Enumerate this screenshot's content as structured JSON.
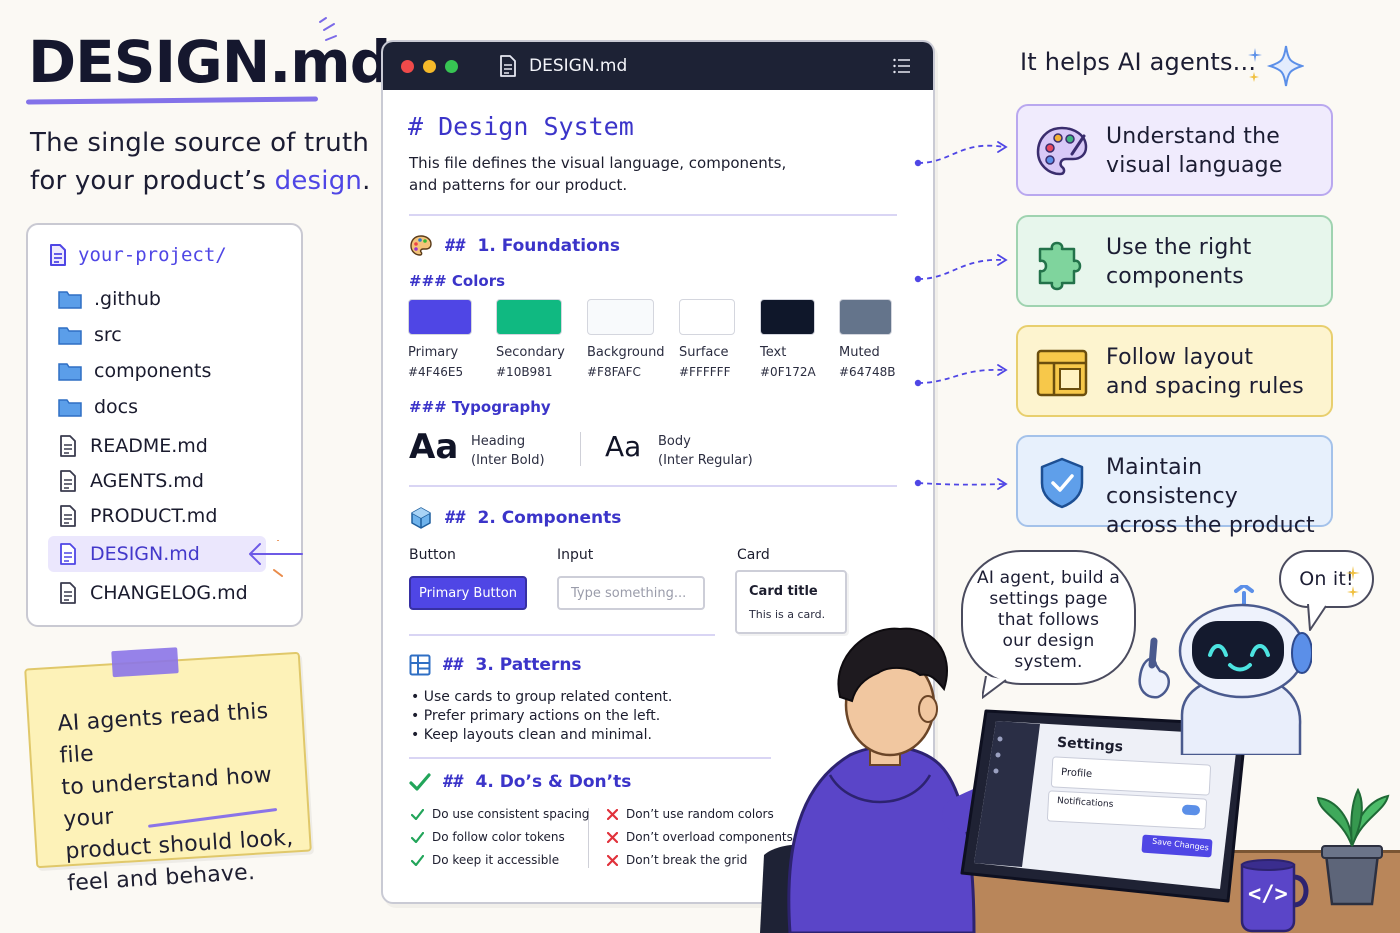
{
  "header": {
    "title": "DESIGN.md",
    "tagline_line1": "The single source of truth",
    "tagline_line2_prefix": "for your product’s ",
    "tagline_line2_accent": "design",
    "tagline_line2_suffix": "."
  },
  "file_tree": {
    "root": "your-project/",
    "items": [
      {
        "label": ".github",
        "type": "folder"
      },
      {
        "label": "src",
        "type": "folder"
      },
      {
        "label": "components",
        "type": "folder"
      },
      {
        "label": "docs",
        "type": "folder"
      },
      {
        "label": "README.md",
        "type": "file"
      },
      {
        "label": "AGENTS.md",
        "type": "file"
      },
      {
        "label": "PRODUCT.md",
        "type": "file"
      },
      {
        "label": "DESIGN.md",
        "type": "file",
        "active": true
      },
      {
        "label": "CHANGELOG.md",
        "type": "file"
      }
    ]
  },
  "sticky_note": {
    "line1": "AI agents read this file",
    "line2": "to understand how your",
    "line3": "product should look,",
    "line4": "feel and behave."
  },
  "doc": {
    "window_title": "DESIGN.md",
    "h1": "# Design System",
    "intro_line1": "This file defines the visual language, components,",
    "intro_line2": "and patterns for our product.",
    "foundations": {
      "heading_hash": "##",
      "heading": "1. Foundations",
      "colors_heading": "### Colors",
      "colors": [
        {
          "name": "Primary",
          "hex": "#4F46E5",
          "swatch": "#4F46E5"
        },
        {
          "name": "Secondary",
          "hex": "#10B981",
          "swatch": "#10B981"
        },
        {
          "name": "Background",
          "hex": "#F8FAFC",
          "swatch": "#F8FAFC"
        },
        {
          "name": "Surface",
          "hex": "#FFFFFF",
          "swatch": "#FFFFFF"
        },
        {
          "name": "Text",
          "hex": "#0F172A",
          "swatch": "#0F172A"
        },
        {
          "name": "Muted",
          "hex": "#64748B",
          "swatch": "#64748B"
        }
      ],
      "typography_heading": "### Typography",
      "typography": [
        {
          "sample": "Aa",
          "label": "Heading",
          "font": "(Inter Bold)"
        },
        {
          "sample": "Aa",
          "label": "Body",
          "font": "(Inter Regular)"
        }
      ]
    },
    "components": {
      "heading_hash": "##",
      "heading": "2. Components",
      "button_label": "Button",
      "input_label": "Input",
      "card_label": "Card",
      "button_text": "Primary Button",
      "input_placeholder": "Type something...",
      "card_title": "Card title",
      "card_body": "This is a card."
    },
    "patterns": {
      "heading_hash": "##",
      "heading": "3. Patterns",
      "bullets": [
        "Use cards to group related content.",
        "Prefer primary actions on the left.",
        "Keep layouts clean and minimal."
      ]
    },
    "dos_donts": {
      "heading_hash": "##",
      "heading": "4. Do’s & Don’ts",
      "dos": [
        "Do use consistent spacing",
        "Do follow color tokens",
        "Do keep it accessible"
      ],
      "donts": [
        "Don’t use random colors",
        "Don’t overload components",
        "Don’t break the grid"
      ]
    }
  },
  "benefits": {
    "heading": "It helps AI agents...",
    "items": [
      {
        "line1": "Understand the",
        "line2": "visual language",
        "icon": "palette-icon"
      },
      {
        "line1": "Use the right",
        "line2": "components",
        "icon": "puzzle-icon"
      },
      {
        "line1": "Follow layout",
        "line2": "and spacing rules",
        "icon": "layout-icon"
      },
      {
        "line1": "Maintain consistency",
        "line2": "across the product",
        "icon": "shield-check-icon"
      }
    ]
  },
  "scene": {
    "user_bubble": [
      "AI agent, build a",
      "settings page",
      "that follows",
      "our design",
      "system."
    ],
    "robot_bubble": "On it!",
    "laptop": {
      "title": "Settings",
      "row1": "Profile",
      "row2": "Notifications",
      "save": "Save Changes"
    },
    "mug_icon": "</>"
  },
  "colors": {
    "accent": "#4F46E5",
    "doc_bar": "#1D2235",
    "success": "#22A55A",
    "danger": "#E0313B"
  }
}
